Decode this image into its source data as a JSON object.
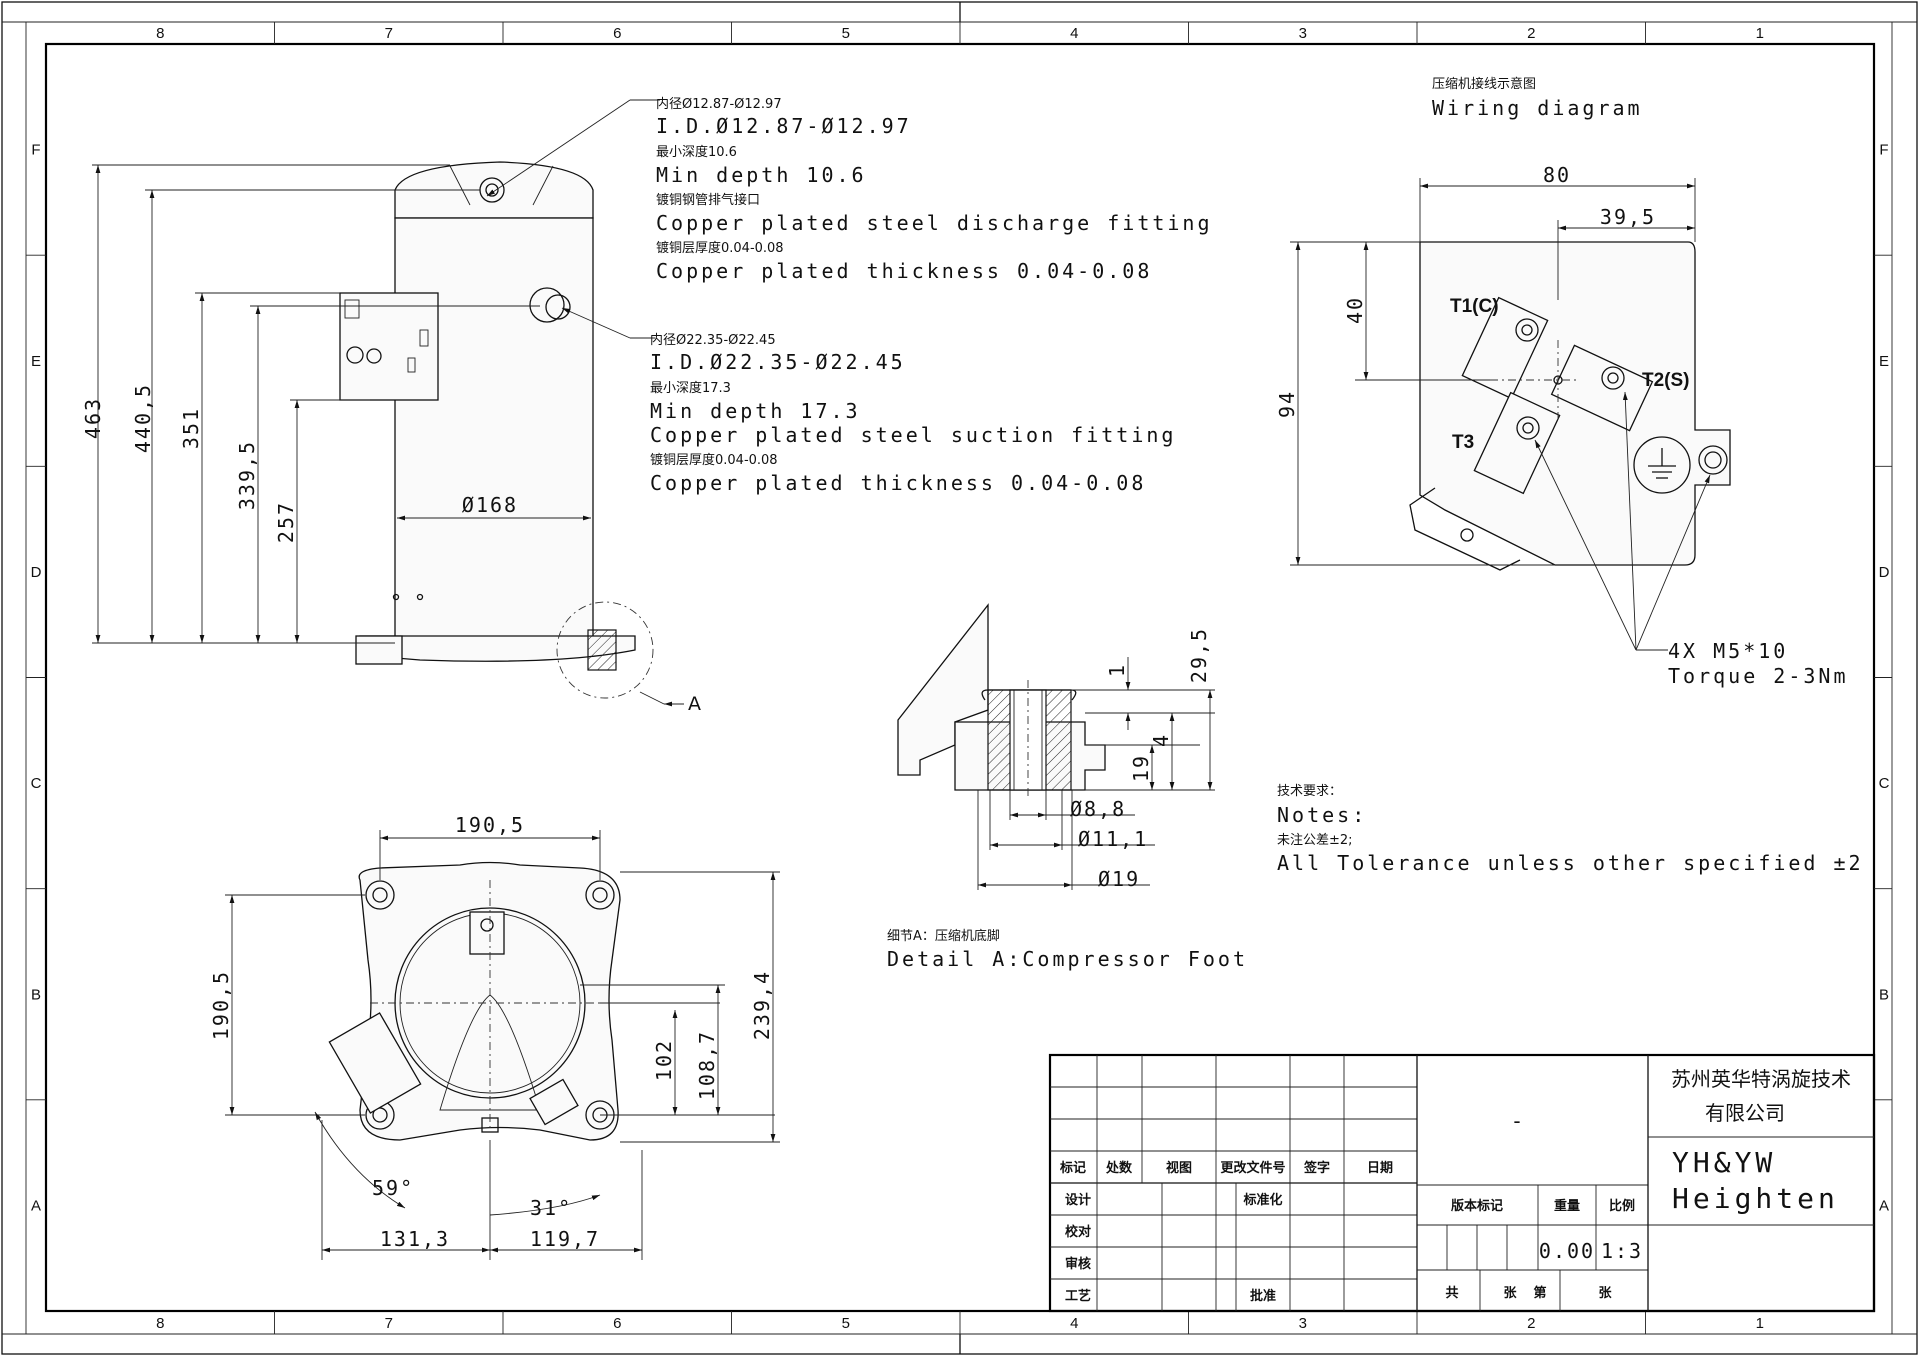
{
  "grid": {
    "columns": [
      "8",
      "7",
      "6",
      "5",
      "4",
      "3",
      "2",
      "1"
    ],
    "rows": [
      "F",
      "E",
      "D",
      "C",
      "B",
      "A"
    ]
  },
  "discharge_note": {
    "l1": "内径Ø12.87-Ø12.97",
    "l2": "I.D.Ø12.87-Ø12.97",
    "l3": "最小深度10.6",
    "l4": "Min depth 10.6",
    "l5": "镀铜钢管排气接口",
    "l6": "Copper plated steel discharge fitting",
    "l7": "镀铜层厚度0.04-0.08",
    "l8": "Copper plated thickness 0.04-0.08"
  },
  "suction_note": {
    "l1": "内径Ø22.35-Ø22.45",
    "l2": "I.D.Ø22.35-Ø22.45",
    "l3": "最小深度17.3",
    "l4": "Min depth 17.3",
    "l5": "Copper plated steel suction fitting",
    "l6": "镀铜层厚度0.04-0.08",
    "l7": "Copper plated thickness 0.04-0.08"
  },
  "side_view": {
    "dims": [
      "463",
      "440,5",
      "351",
      "339,5",
      "257"
    ],
    "diameter": "Ø168",
    "detail_callout": "A"
  },
  "bottom_view": {
    "top_width": "190,5",
    "left_height": "190,5",
    "d102": "102",
    "d108": "108,7",
    "d239": "239,4",
    "angle_left": "59°",
    "angle_right": "31°",
    "bottom_left": "131,3",
    "bottom_right": "119,7"
  },
  "detail_a": {
    "d29": "29,5",
    "d1": "1",
    "d4": "4",
    "d19": "19",
    "dia88": "Ø8,8",
    "dia111": "Ø11,1",
    "dia19": "Ø19",
    "caption_cn": "细节A：压缩机底脚",
    "caption_en": "Detail A:Compressor Foot"
  },
  "wiring": {
    "title_cn": "压缩机接线示意图",
    "title_en": "Wiring diagram",
    "d80": "80",
    "d39": "39,5",
    "d40": "40",
    "d94": "94",
    "t1": "T1(C)",
    "t2": "T2(S)",
    "t3": "T3",
    "screw": "4X M5*10",
    "torque": "Torque 2-3Nm"
  },
  "notes": {
    "title_cn": "技术要求：",
    "title_en": "Notes:",
    "tol_cn": "未注公差±2;",
    "tol_en": "All Tolerance unless other specified ±2"
  },
  "title_block": {
    "h_mark": "标记",
    "h_count": "处数",
    "h_view": "视图",
    "h_change": "更改文件号",
    "h_sign": "签字",
    "h_date": "日期",
    "r_design": "设计",
    "r_standard": "标准化",
    "r_check": "校对",
    "r_review": "审核",
    "r_process": "工艺",
    "r_approve": "批准",
    "version": "版本标记",
    "weight": "重量",
    "scale": "比例",
    "weight_val": "0.00",
    "scale_val": "1:3",
    "sheet_total": "共",
    "sheet_zhang1": "张",
    "sheet_di": "第",
    "sheet_zhang2": "张",
    "dash": "-",
    "company_l1": "苏州英华特涡旋技术",
    "company_l2": "有限公司",
    "brand_l1": "YH&YW",
    "brand_l2": "Heighten"
  }
}
